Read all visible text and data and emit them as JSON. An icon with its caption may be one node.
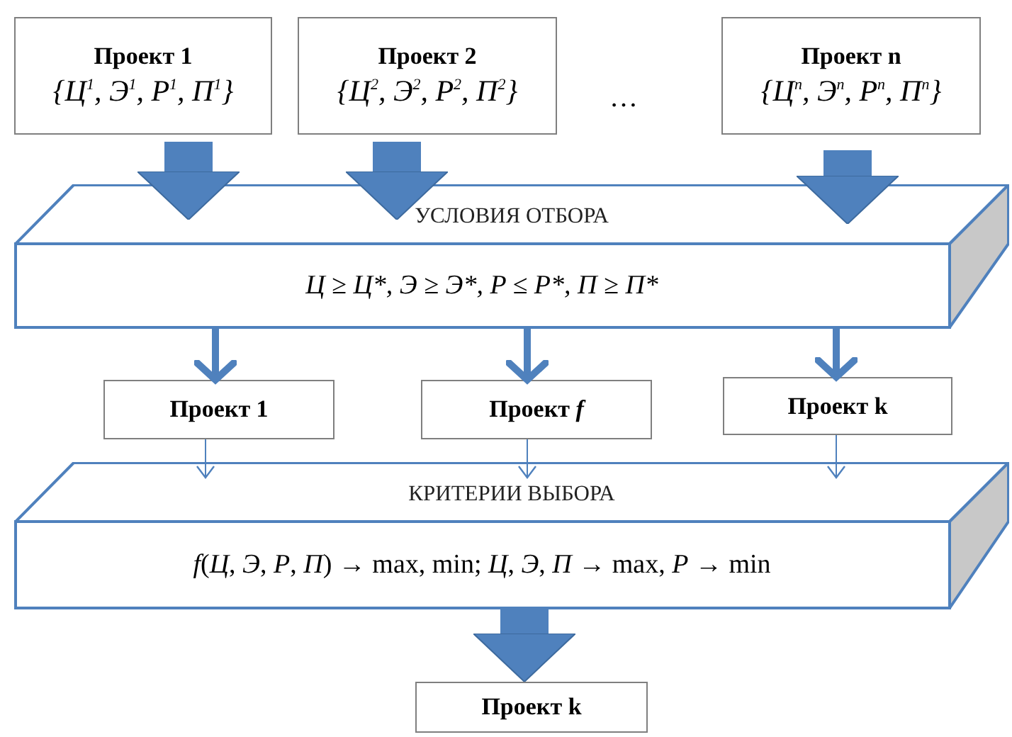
{
  "diagram": {
    "nodes": [
      {
        "text": [
          "Проект 1",
          "{Ц$^{1}$, Э$^{1}$, P$^{1}$, П$^{1}$}"
        ]
      },
      {
        "text": [
          "Проект 2",
          "{Ц$^{2}$, Э$^{2}$, P$^{2}$, П$^{2}$}"
        ]
      },
      {
        "text": [
          "Проект n",
          "{Ц$^{n}$, Э$^{n}$, P$^{n}$, П$^{n}$}"
        ]
      },
      {
        "text": [
          "УСЛОВИЯ ОТБОРА",
          "Ц ≥ Ц*, Э ≥ Э*, P ≤ P*, П ≥ П*"
        ]
      },
      {
        "text": [
          "Проект 1"
        ]
      },
      {
        "text": [
          "Проект *f*"
        ]
      },
      {
        "text": [
          "Проект k"
        ]
      },
      {
        "text": [
          "КРИТЕРИИ ВЫБОРА",
          "*f*(*Ц*, *Э*, *P*, *П*) → max, min; *Ц*, *Э*, *П* → max, *P* → min"
        ]
      },
      {
        "text": [
          "Проект k"
        ]
      }
    ],
    "edges": [
      {
        "from": 0,
        "to": 3,
        "arrow": "to",
        "style": "thick"
      },
      {
        "from": 1,
        "to": 3,
        "arrow": "to",
        "style": "thick"
      },
      {
        "from": 2,
        "to": 3,
        "arrow": "to",
        "style": "thick"
      },
      {
        "from": 3,
        "to": 4,
        "arrow": "to"
      },
      {
        "from": 3,
        "to": 5,
        "arrow": "to"
      },
      {
        "from": 3,
        "to": 6,
        "arrow": "to"
      },
      {
        "from": 4,
        "to": 7,
        "arrow": "to"
      },
      {
        "from": 5,
        "to": 7,
        "arrow": "to"
      },
      {
        "from": 6,
        "to": 7,
        "arrow": "to"
      },
      {
        "from": 7,
        "to": 8,
        "arrow": "to",
        "style": "thick"
      }
    ],
    "labels": [
      "…"
    ]
  }
}
